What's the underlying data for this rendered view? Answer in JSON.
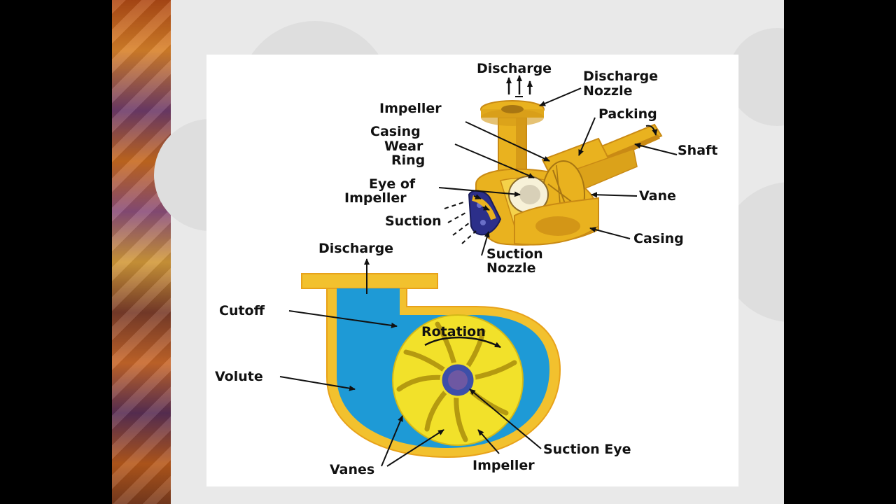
{
  "colors": {
    "casing_fill": "#f2c12e",
    "casing_edge": "#e8a21a",
    "volute_fill": "#1e9ad6",
    "impeller_fill": "#f2e12a",
    "eye_fill": "#3d4fa8",
    "pump_gold": "#e9b21f",
    "pump_shadow": "#c98a14",
    "suction_blue": "#2c2f8a"
  },
  "pump_labels": {
    "discharge": "Discharge",
    "discharge_nozzle_1": "Discharge",
    "discharge_nozzle_2": "Nozzle",
    "impeller": "Impeller",
    "packing": "Packing",
    "casing_wear_ring_1": "Casing",
    "casing_wear_ring_2": "Wear",
    "casing_wear_ring_3": "Ring",
    "shaft": "Shaft",
    "eye_of_impeller_1": "Eye of",
    "eye_of_impeller_2": "Impeller",
    "vane": "Vane",
    "suction": "Suction",
    "casing": "Casing",
    "suction_nozzle_1": "Suction",
    "suction_nozzle_2": "Nozzle"
  },
  "volute_labels": {
    "discharge": "Discharge",
    "cutoff": "Cutoff",
    "rotation": "Rotation",
    "volute": "Volute",
    "suction_eye": "Suction Eye",
    "vanes": "Vanes",
    "impeller": "Impeller"
  }
}
